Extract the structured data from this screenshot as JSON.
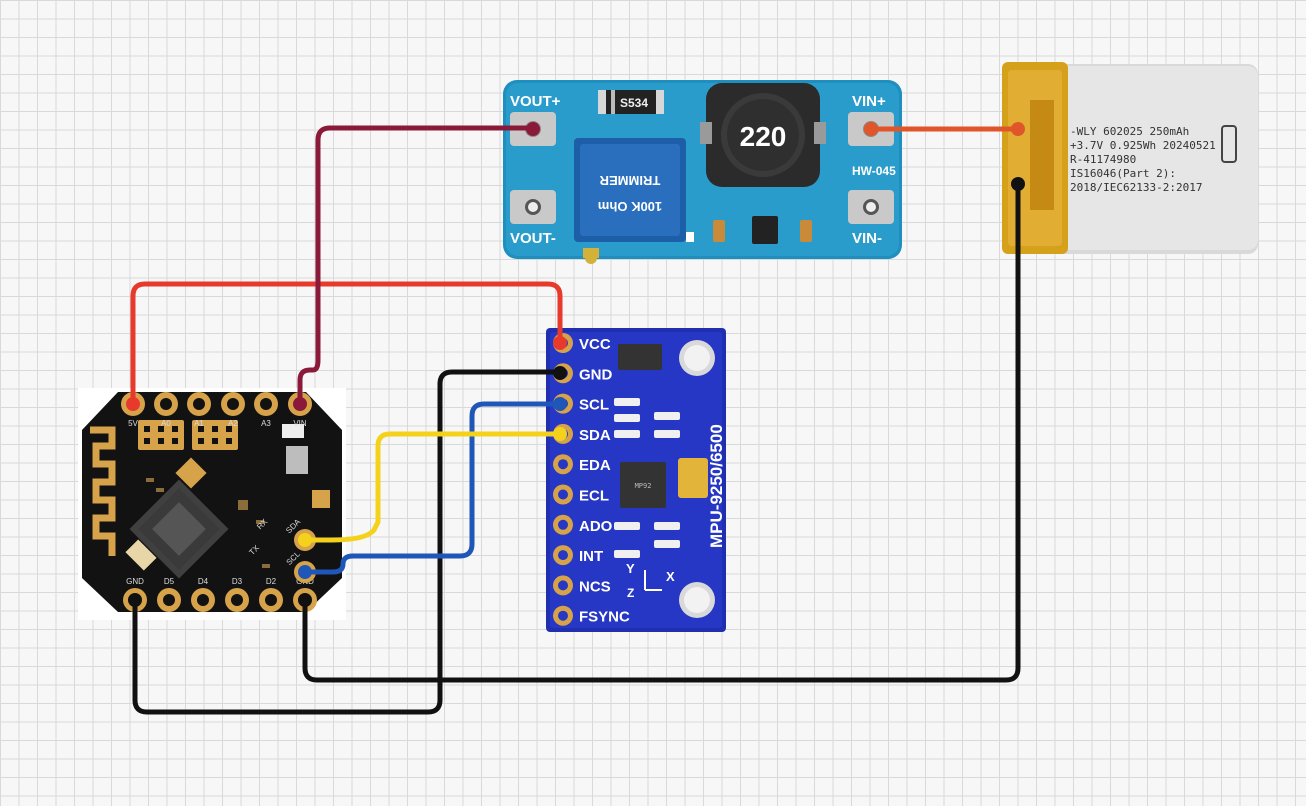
{
  "boost_module": {
    "vout_plus": "VOUT+",
    "vout_minus": "VOUT-",
    "vin_plus": "VIN+",
    "vin_minus": "VIN-",
    "diode_label": "S534",
    "inductor_label": "220",
    "model": "HW-045",
    "trimmer_label": "TRIMMER",
    "trimmer_value": "100K Ohm"
  },
  "battery": {
    "lines": [
      "-WLY 602025 250mAh",
      "+3.7V 0.925Wh 20240521",
      "R-41174980",
      "IS16046(Part 2):",
      "2018/IEC62133-2:2017"
    ]
  },
  "mpu": {
    "name": "MPU-9250/6500",
    "pins": [
      "VCC",
      "GND",
      "SCL",
      "SDA",
      "EDA",
      "ECL",
      "ADO",
      "INT",
      "NCS",
      "FSYNC"
    ],
    "chip_label": "MP92",
    "axis_x": "X",
    "axis_y": "Y",
    "axis_z": "Z"
  },
  "mcu": {
    "top_pins": [
      "5V",
      "A0",
      "A1",
      "A2",
      "A3",
      "VIN"
    ],
    "bottom_pins": [
      "GND",
      "D5",
      "D4",
      "D3",
      "D2",
      "GND"
    ],
    "side_pins": [
      "RX",
      "TX",
      "SDA",
      "SCL"
    ]
  },
  "wire_colors": {
    "power_5v": "#e8392d",
    "vin": "#8b1a3a",
    "battery_plus": "#e0552a",
    "ground": "#111111",
    "scl": "#1f57b8",
    "sda": "#f4d21c"
  }
}
